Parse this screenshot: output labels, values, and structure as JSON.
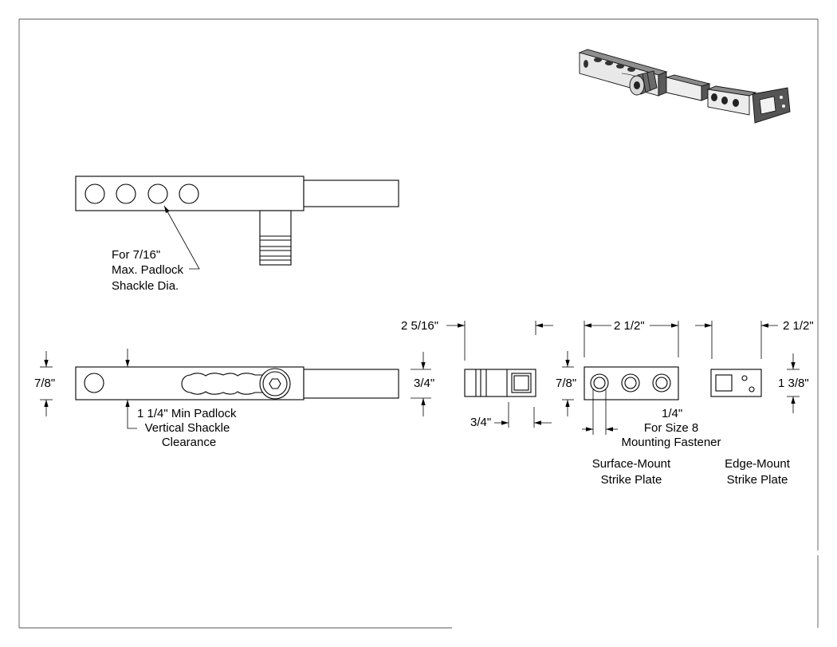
{
  "callouts": {
    "shackle_diameter": {
      "line1": "For 7/16\"",
      "line2": "Max. Padlock",
      "line3": "Shackle Dia."
    },
    "shackle_clearance": {
      "line1": "1 1/4\" Min Padlock",
      "line2": "Vertical Shackle",
      "line3": "Clearance"
    },
    "fastener": {
      "line1": "1/4\"",
      "line2": "For Size 8",
      "line3": "Mounting Fastener"
    }
  },
  "dimensions": {
    "bar_height": "7/8\"",
    "rod_height": "3/4\"",
    "end_view_width": "2 5/16\"",
    "end_view_square": "3/4\"",
    "surface_plate_width": "2 1/2\"",
    "surface_plate_height": "7/8\"",
    "edge_plate_width": "2 1/2\"",
    "edge_plate_height": "1 3/8\""
  },
  "captions": {
    "surface_mount": {
      "line1": "Surface-Mount",
      "line2": "Strike Plate"
    },
    "edge_mount": {
      "line1": "Edge-Mount",
      "line2": "Strike Plate"
    }
  }
}
